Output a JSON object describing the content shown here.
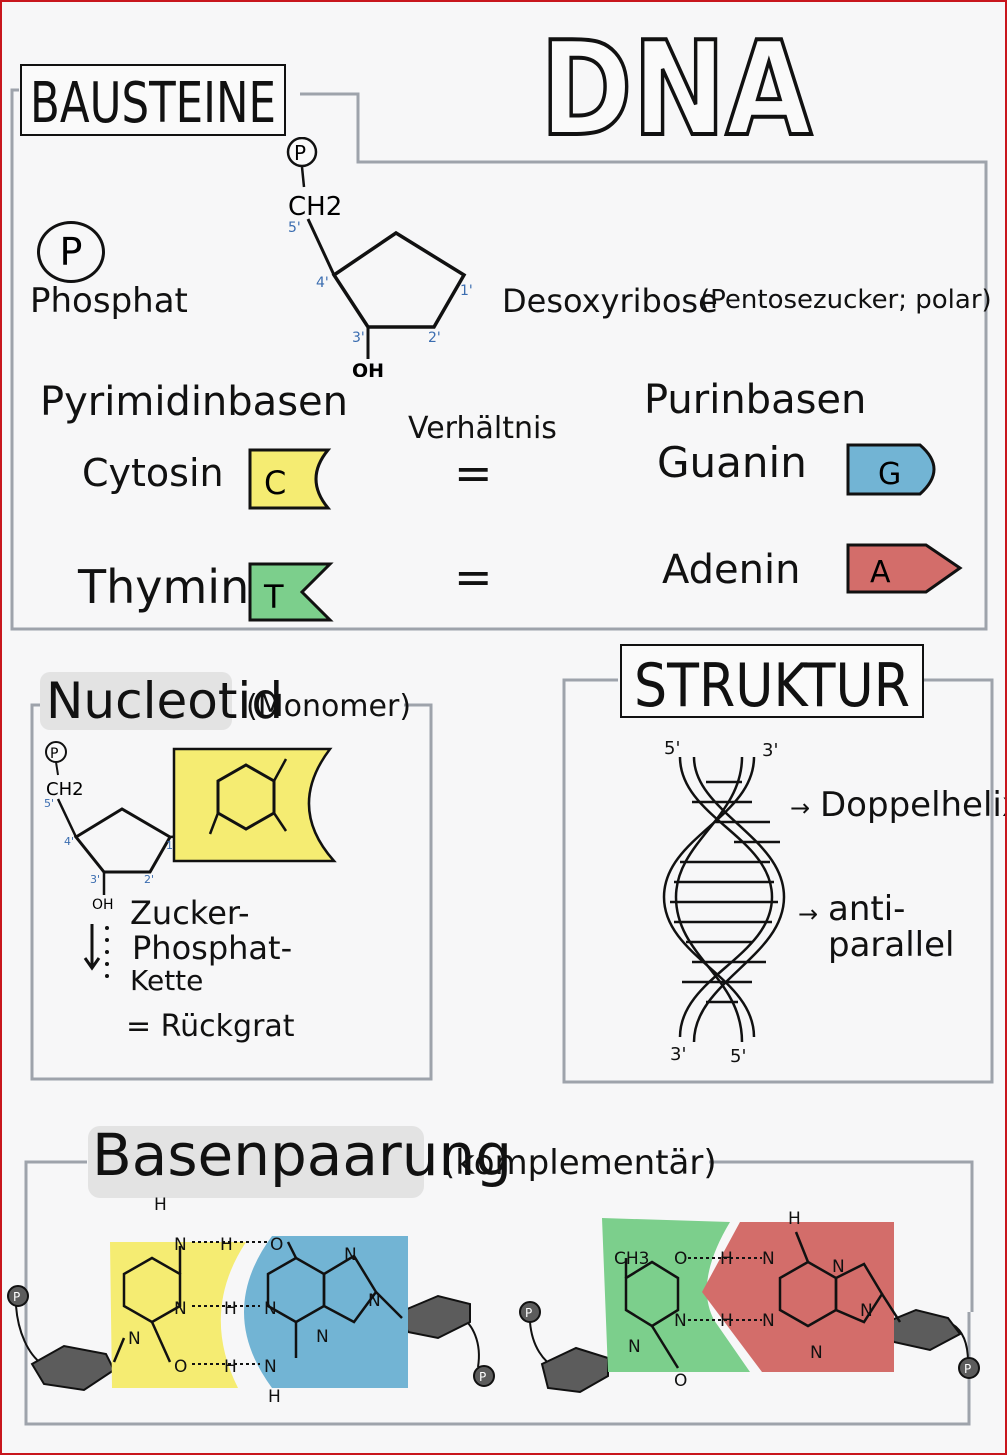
{
  "title": "DNA",
  "bausteine": {
    "heading": "BAUSTEINE",
    "phosphat_symbol": "P",
    "phosphat_label": "Phosphat",
    "sugar_ch2": "CH2",
    "sugar_oh": "OH",
    "carbon_labels": [
      "5'",
      "4'",
      "3'",
      "2'",
      "1'"
    ],
    "desoxyribose_label": "Desoxyribose",
    "desoxyribose_note": "(Pentosezucker; polar)",
    "pyrimidine_heading": "Pyrimidinbasen",
    "purine_heading": "Purinbasen",
    "ratio_label": "Verhältnis",
    "equals": "=",
    "cytosin_label": "Cytosin",
    "cytosin_letter": "C",
    "thymin_label": "Thymin",
    "thymin_letter": "T",
    "guanin_label": "Guanin",
    "guanin_letter": "G",
    "adenin_label": "Adenin",
    "adenin_letter": "A"
  },
  "nucleotid": {
    "heading": "Nucleotid",
    "subheading": "(Monomer)",
    "chain_line1": "Zucker-",
    "chain_line2": "Phosphat-",
    "chain_line3": "Kette",
    "backbone": "= Rückgrat"
  },
  "struktur": {
    "heading": "STRUKTUR",
    "end_top_left": "5'",
    "end_top_right": "3'",
    "end_bottom_left": "3'",
    "end_bottom_right": "5'",
    "arrow": "→",
    "doppelhelix": "Doppelhelix",
    "antiparallel_1": "anti-",
    "antiparallel_2": "parallel"
  },
  "basenpaarung": {
    "heading": "Basenpaarung",
    "subheading": "(komplementär)",
    "atoms": {
      "N": "N",
      "H": "H",
      "O": "O",
      "CH3": "CH3",
      "P": "P"
    }
  },
  "colors": {
    "border_red": "#c8161d",
    "frame_gray": "#9ea3ab",
    "cytosin_yellow": "#f5ec72",
    "thymin_green": "#7ccf8c",
    "guanin_blue": "#72b4d4",
    "adenin_red": "#d36d6a",
    "sugar_gray": "#5c5c5c",
    "carbon_label_blue": "#3b6db0",
    "highlight_gray": "#e3e3e3"
  }
}
